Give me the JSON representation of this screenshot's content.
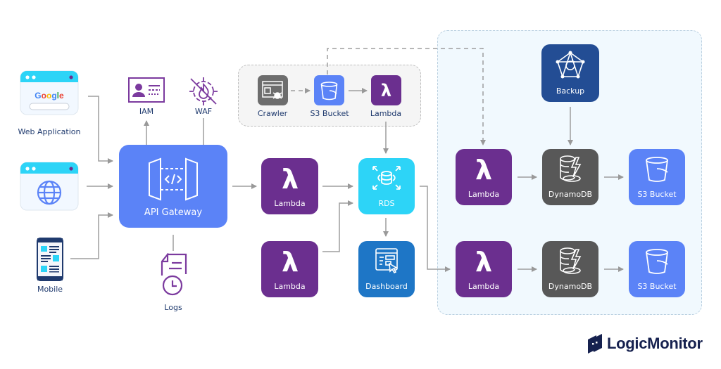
{
  "diagram": {
    "title": "Serverless architecture diagram",
    "colors": {
      "lambda": "#6b2f8f",
      "s3": "#5b83f7",
      "dynamodb": "#585858",
      "rds": "#2dd4f7",
      "dashboard": "#1e76c6",
      "backup": "#234d94",
      "api_gateway": "#5b83f7",
      "connector": "#999999",
      "label_text": "#1f3a6e",
      "logo": "#16214f"
    },
    "clients": [
      {
        "label": "Web Application",
        "icon": "google-browser-icon"
      },
      {
        "label": "",
        "icon": "globe-browser-icon"
      },
      {
        "label": "Mobile",
        "icon": "mobile-app-icon"
      }
    ],
    "security": [
      {
        "label": "IAM",
        "icon": "id-card-icon"
      },
      {
        "label": "WAF",
        "icon": "firewall-icon"
      }
    ],
    "api_gateway": {
      "label": "API Gateway",
      "icon": "api-gateway-icon"
    },
    "logs": {
      "label": "Logs",
      "icon": "log-file-clock-icon"
    },
    "crawler_group": {
      "crawler": {
        "label": "Crawler",
        "icon": "crawler-icon"
      },
      "s3": {
        "label": "S3 Bucket",
        "icon": "bucket-icon"
      },
      "lambda": {
        "label": "Lambda",
        "icon": "lambda-icon"
      }
    },
    "middle": {
      "lambda_top": {
        "label": "Lambda",
        "icon": "lambda-icon"
      },
      "lambda_bottom": {
        "label": "Lambda",
        "icon": "lambda-icon"
      },
      "rds": {
        "label": "RDS",
        "icon": "rds-icon"
      },
      "dashboard": {
        "label": "Dashboard",
        "icon": "dashboard-icon"
      }
    },
    "right_group": {
      "backup": {
        "label": "Backup",
        "icon": "backup-icon"
      },
      "row1": [
        {
          "label": "Lambda",
          "icon": "lambda-icon"
        },
        {
          "label": "DynamoDB",
          "icon": "dynamodb-icon"
        },
        {
          "label": "S3 Bucket",
          "icon": "bucket-icon"
        }
      ],
      "row2": [
        {
          "label": "Lambda",
          "icon": "lambda-icon"
        },
        {
          "label": "DynamoDB",
          "icon": "dynamodb-icon"
        },
        {
          "label": "S3 Bucket",
          "icon": "bucket-icon"
        }
      ]
    },
    "logo": {
      "text": "LogicMonitor",
      "icon": "logicmonitor-logo-icon"
    }
  }
}
